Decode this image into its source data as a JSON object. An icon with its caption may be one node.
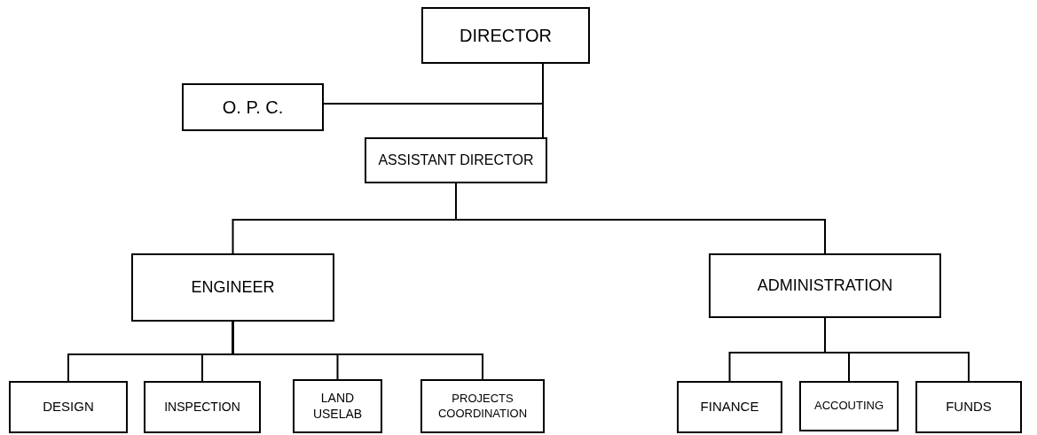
{
  "diagram": {
    "nodes": [
      {
        "text": [
          "DIRECTOR"
        ]
      },
      {
        "text": [
          "O. P. C."
        ]
      },
      {
        "text": [
          "ASSISTANT DIRECTOR"
        ]
      },
      {
        "text": [
          "ENGINEER"
        ]
      },
      {
        "text": [
          "ADMINISTRATION"
        ]
      },
      {
        "text": [
          "DESIGN"
        ]
      },
      {
        "text": [
          "INSPECTION"
        ]
      },
      {
        "text": [
          "LAND USELAB"
        ]
      },
      {
        "text": [
          "PROJECTS COORDINATION"
        ]
      },
      {
        "text": [
          "FINANCE"
        ]
      },
      {
        "text": [
          "ACCOUTING"
        ]
      },
      {
        "text": [
          "FUNDS"
        ]
      }
    ],
    "edges": [
      {
        "from": 0,
        "to": 2,
        "arrow": "none"
      },
      {
        "from": 0,
        "to": 1,
        "arrow": "none"
      },
      {
        "from": 2,
        "to": 3,
        "arrow": "none"
      },
      {
        "from": 2,
        "to": 4,
        "arrow": "none"
      },
      {
        "from": 3,
        "to": 5,
        "arrow": "none"
      },
      {
        "from": 3,
        "to": 6,
        "arrow": "none"
      },
      {
        "from": 3,
        "to": 7,
        "arrow": "none"
      },
      {
        "from": 3,
        "to": 8,
        "arrow": "none"
      },
      {
        "from": 4,
        "to": 9,
        "arrow": "none"
      },
      {
        "from": 4,
        "to": 10,
        "arrow": "none"
      },
      {
        "from": 4,
        "to": 11,
        "arrow": "none"
      }
    ]
  }
}
